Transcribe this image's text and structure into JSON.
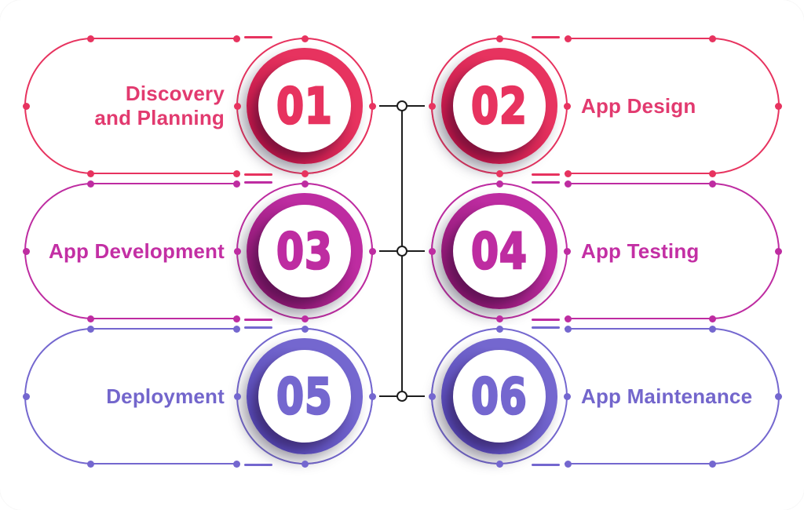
{
  "canvas": {
    "background": "#ffffff",
    "connector_color": "#1d1d1d"
  },
  "steps": [
    {
      "number": "01",
      "label": "Discovery and Planning",
      "label_lines": [
        "Discovery",
        "and Planning"
      ],
      "color": "#E7335F",
      "color_dark": "#B90F43",
      "text_color": "#E23A6F"
    },
    {
      "number": "02",
      "label": "App Design",
      "label_lines": [
        "App Design"
      ],
      "color": "#E7335F",
      "color_dark": "#B90F43",
      "text_color": "#E23A6F"
    },
    {
      "number": "03",
      "label": "App Development",
      "label_lines": [
        "App Development"
      ],
      "color": "#BE2CA1",
      "color_dark": "#821367",
      "text_color": "#C32FA4"
    },
    {
      "number": "04",
      "label": "App Testing",
      "label_lines": [
        "App Testing"
      ],
      "color": "#BE2CA1",
      "color_dark": "#821367",
      "text_color": "#C32FA4"
    },
    {
      "number": "05",
      "label": "Deployment",
      "label_lines": [
        "Deployment"
      ],
      "color": "#7467CF",
      "color_dark": "#4F41B0",
      "text_color": "#7366CC"
    },
    {
      "number": "06",
      "label": "App Maintenance",
      "label_lines": [
        "App Maintenance"
      ],
      "color": "#7467CF",
      "color_dark": "#4F41B0",
      "text_color": "#7366CC"
    }
  ]
}
